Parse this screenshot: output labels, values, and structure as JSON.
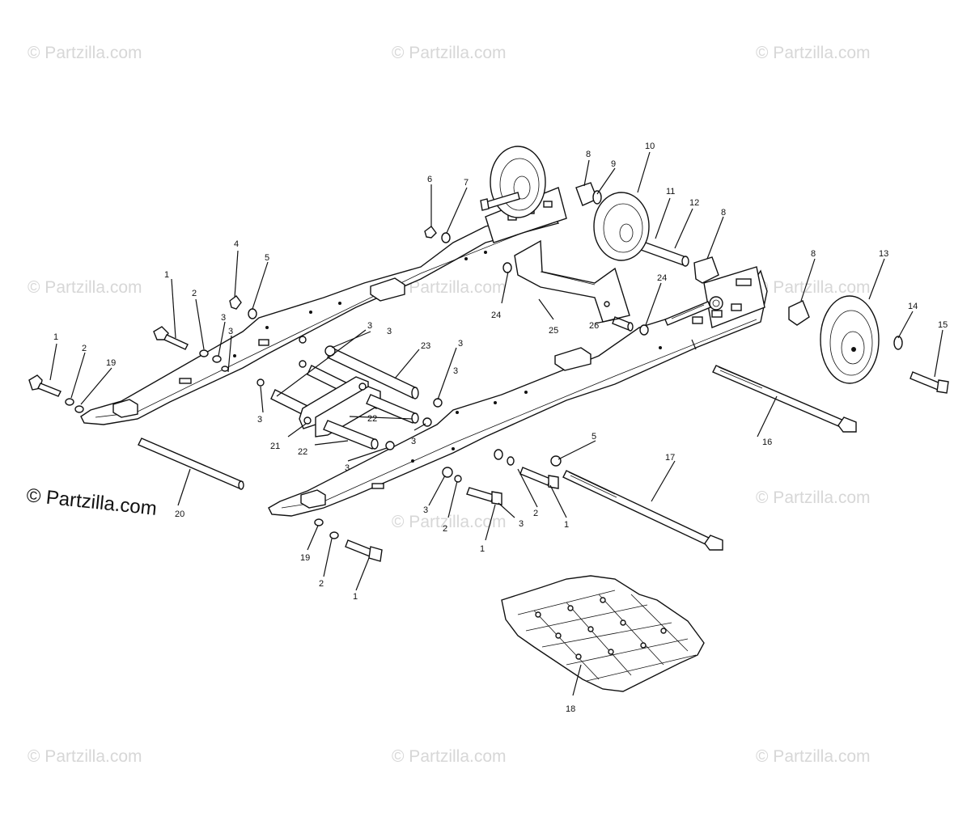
{
  "watermarks": {
    "faint": "© Partzilla.com",
    "main": "© Partzilla.com"
  },
  "callouts": {
    "c1a": "1",
    "c1b": "1",
    "c1c": "1",
    "c1d": "1",
    "c1e": "1",
    "c2a": "2",
    "c2b": "2",
    "c2c": "2",
    "c2d": "2",
    "c3a": "3",
    "c3b": "3",
    "c3c": "3",
    "c3d": "3",
    "c3e": "3",
    "c3f": "3",
    "c3g": "3",
    "c3h": "3",
    "c3i": "3",
    "c3j": "3",
    "c3k": "3",
    "c4": "4",
    "c5a": "5",
    "c5b": "5",
    "c6": "6",
    "c7": "7",
    "c8a": "8",
    "c8b": "8",
    "c8c": "8",
    "c9": "9",
    "c10": "10",
    "c11": "11",
    "c12": "12",
    "c13": "13",
    "c14": "14",
    "c15": "15",
    "c16": "16",
    "c17": "17",
    "c18": "18",
    "c19a": "19",
    "c19b": "19",
    "c20": "20",
    "c21": "21",
    "c22a": "22",
    "c22b": "22",
    "c23": "23",
    "c24a": "24",
    "c24b": "24",
    "c25": "25",
    "c26": "26"
  },
  "colors": {
    "line": "#111111",
    "watermark": "#d7d7d7",
    "background": "#ffffff"
  }
}
